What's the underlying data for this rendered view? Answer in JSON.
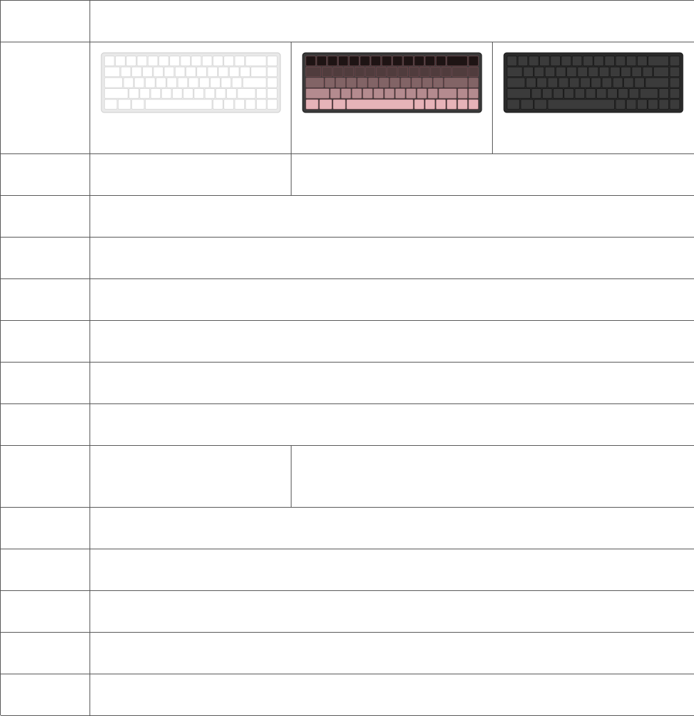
{
  "spec_table": {
    "rows": [
      {
        "label": "",
        "value": ""
      },
      {
        "label": "",
        "images": [
          {
            "name": "white-keyboard",
            "case": "#e9e9e9",
            "key": "#ffffff",
            "key_edge": "#cfcfcf"
          },
          {
            "name": "pink-gradient-keyboard",
            "case": "#3a3a3a",
            "key_top": "#1e1414",
            "key_bottom": "#e6b3b8",
            "key_edge": "#7a4a50"
          },
          {
            "name": "black-keyboard",
            "case": "#2a2a2a",
            "key": "#3b3b3b",
            "key_edge": "#111111"
          }
        ]
      },
      {
        "label": "",
        "value_a": "",
        "value_b": ""
      },
      {
        "label": "",
        "value": ""
      },
      {
        "label": "",
        "value": ""
      },
      {
        "label": "",
        "value": ""
      },
      {
        "label": "",
        "value": ""
      },
      {
        "label": "",
        "value": ""
      },
      {
        "label": "",
        "value": ""
      },
      {
        "label": "",
        "value_a": "",
        "value_b": ""
      },
      {
        "label": "",
        "value": ""
      },
      {
        "label": "",
        "value": ""
      },
      {
        "label": "",
        "value": ""
      },
      {
        "label": "",
        "value": ""
      },
      {
        "label": "",
        "value": ""
      }
    ]
  }
}
